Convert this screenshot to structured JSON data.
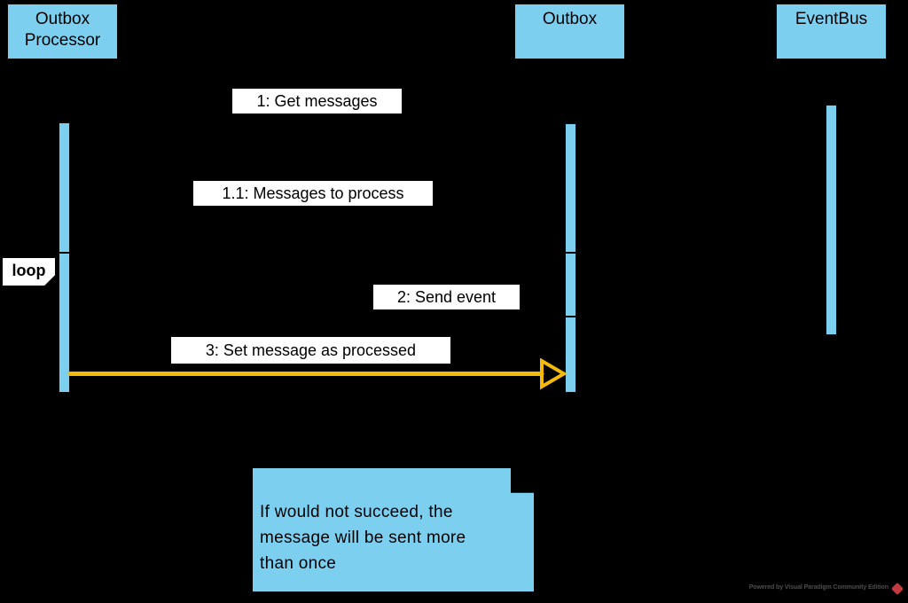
{
  "diagram": {
    "type": "uml-sequence-diagram",
    "participants": {
      "outbox_processor": {
        "line1": "Outbox",
        "line2": "Processor"
      },
      "outbox": {
        "label": "Outbox"
      },
      "eventbus": {
        "label": "EventBus"
      }
    },
    "messages": {
      "m1": "1: Get messages",
      "m1_1": "1.1: Messages to process",
      "m2": "2: Send event",
      "m3": "3: Set message as processed"
    },
    "fragment": {
      "label": "loop"
    },
    "note": {
      "text": "If would not succeed, the\nmessage will be sent more\nthan once"
    },
    "watermark": {
      "text": "Powered by Visual Paradigm Community Edition"
    },
    "colors": {
      "background": "#000000",
      "shape_fill_blue": "#7DCFF0",
      "label_background": "#FFFFFF",
      "text": "#000000",
      "highlight_arrow_yellow": "#F5B90A",
      "watermark_gray": "#4D4D4D",
      "logo_red": "#C23A3F"
    }
  }
}
